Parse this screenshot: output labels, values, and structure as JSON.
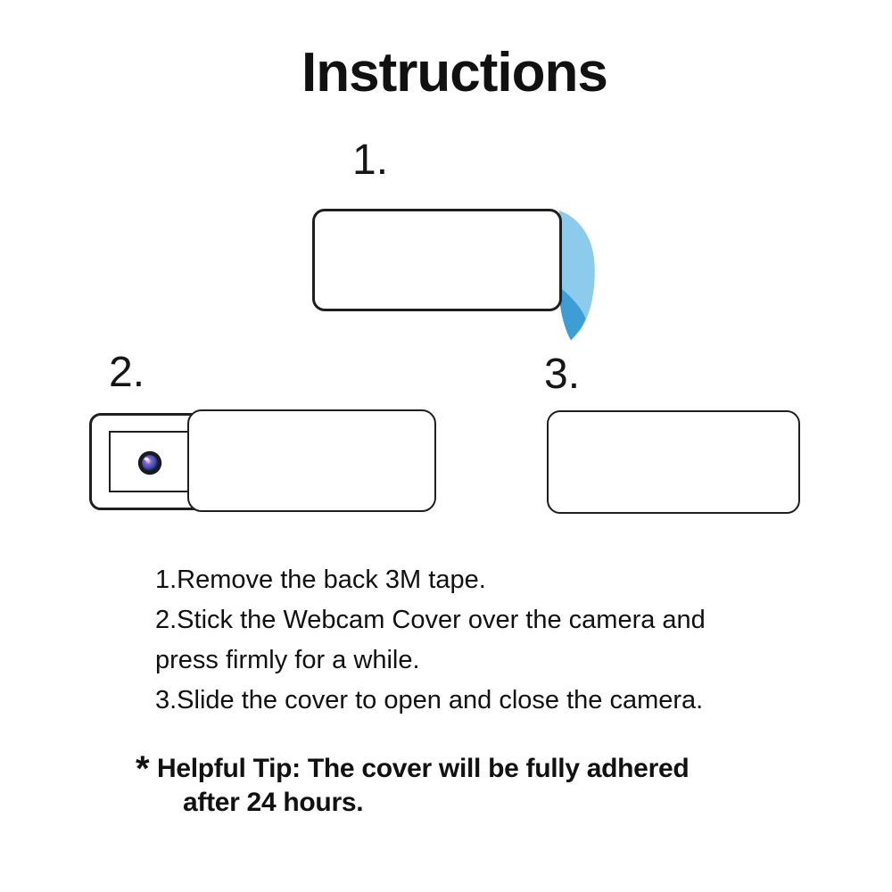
{
  "page": {
    "title": "Instructions"
  },
  "colors": {
    "page_bg": "#ffffff",
    "text": "#111111",
    "outline": "#1f1f1f",
    "tape_light": "#8CCBEC",
    "tape_dark": "#3E9ED3",
    "lens_ring": "#1b1b1d",
    "lens_highlight": "#d9e6f5",
    "lens_purple": "#8a5fc8",
    "lens_blue": "#3c55b8",
    "lens_dark": "#10142e"
  },
  "steps": [
    {
      "label": "1."
    },
    {
      "label": "2."
    },
    {
      "label": "3."
    }
  ],
  "instructions": {
    "lines": [
      "1.Remove the back 3M tape.",
      "2.Stick the Webcam Cover over the camera and",
      "press firmly for a while.",
      "3.Slide the cover to open and close the camera."
    ]
  },
  "tip": {
    "marker": "*",
    "line1": "Helpful Tip: The cover will be fully adhered",
    "line2": "after 24 hours."
  }
}
